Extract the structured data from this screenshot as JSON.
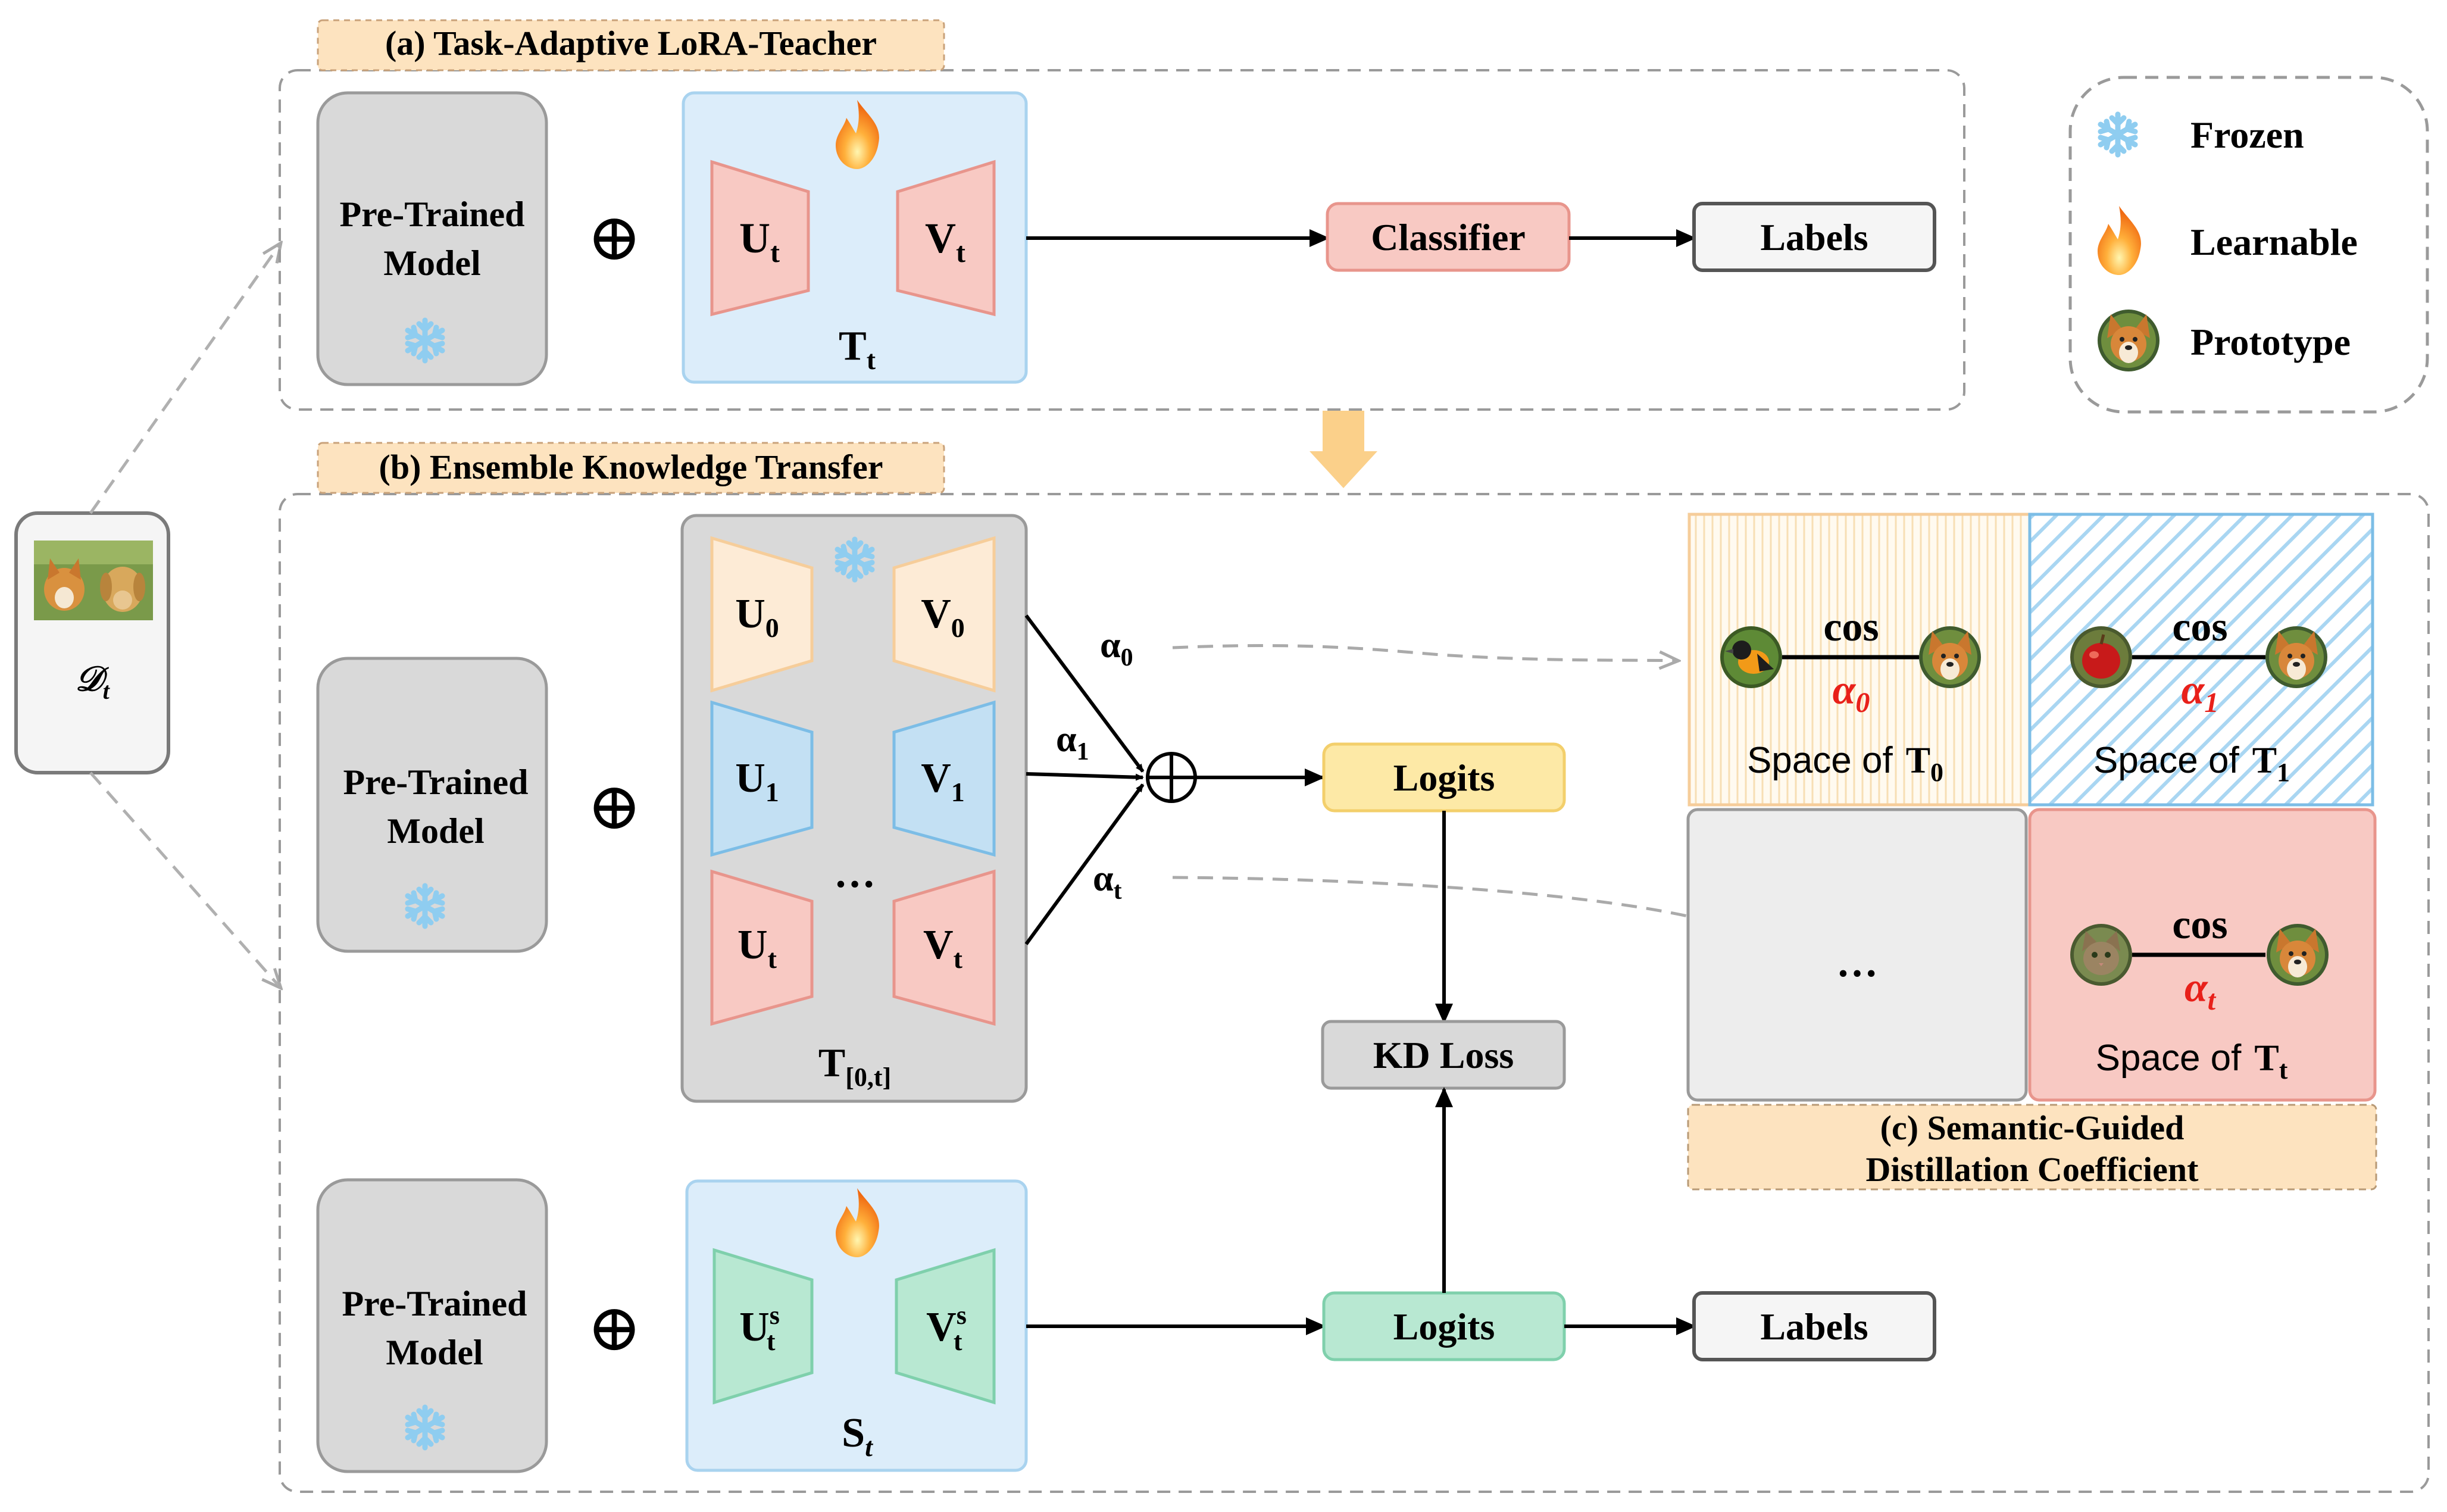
{
  "sections": {
    "a_title": "(a) Task-Adaptive LoRA-Teacher",
    "b_title": "(b) Ensemble Knowledge Transfer",
    "c_title_line1": "(c) Semantic-Guided",
    "c_title_line2": "Distillation  Coefficient"
  },
  "dataset": {
    "symbol": "𝒟",
    "subscript": "t"
  },
  "pretrained": {
    "line1": "Pre-Trained",
    "line2": "Model"
  },
  "plus_symbol": "⊕",
  "adapters": {
    "U": "U",
    "V": "V",
    "t": "t",
    "zero": "0",
    "one": "1",
    "s": "s",
    "T": "T",
    "S": "S",
    "range": "[0,t]",
    "ellipsis": "…"
  },
  "boxes": {
    "classifier": "Classifier",
    "labels": "Labels",
    "logits": "Logits",
    "kd_loss": "KD Loss"
  },
  "alphas": {
    "alpha": "α",
    "sub0": "0",
    "sub1": "1",
    "subt": "t"
  },
  "spaces": {
    "cos": "cos",
    "space_of": "Space of",
    "ellipsis": "…"
  },
  "legend": {
    "frozen": "Frozen",
    "learnable": "Learnable",
    "prototype": "Prototype"
  },
  "colors": {
    "pink_fill": "#f8c9c3",
    "pink_stroke": "#e8958c",
    "blue_fill": "#c3e0f3",
    "blue_stroke": "#7cbde6",
    "cream_fill": "#fdebd6",
    "cream_stroke": "#f6cd9a",
    "green_fill": "#b8e8d2",
    "green_stroke": "#7fd0ac",
    "yellow_fill": "#fde9a6",
    "yellow_stroke": "#f3cf6b",
    "gray_fill": "#d9d9d9",
    "gray_stroke": "#9a9a9a",
    "light_blue_bg": "#dcedfa",
    "orange_label": "#fde3bf",
    "alpha_red": "#e8201a"
  }
}
